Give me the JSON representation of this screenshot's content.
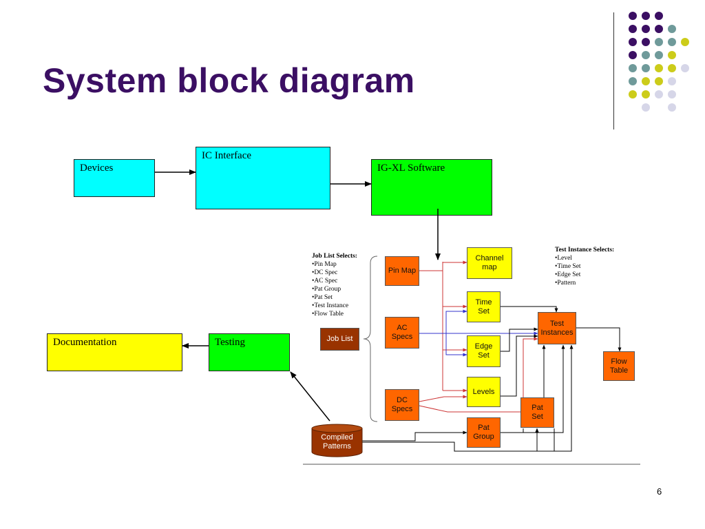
{
  "title": "System block diagram",
  "slide_number": "6",
  "colors": {
    "title": "#3b0f63",
    "cyan": "#00ffff",
    "green": "#00ff00",
    "yellow": "#ffff00",
    "orange": "#ff6600",
    "brown": "#993300",
    "dot_purple": "#3b0f63",
    "dot_teal": "#6f9a9a",
    "dot_olive": "#cccc1a",
    "dot_lavender": "#d6d6e8"
  },
  "blocks": {
    "devices": "Devices",
    "ic_interface": "IC Interface",
    "igxl": "IG-XL Software",
    "documentation": "Documentation",
    "testing": "Testing"
  },
  "detail": {
    "pin_map": "Pin Map",
    "ac_specs": "AC\nSpecs",
    "dc_specs": "DC\nSpecs",
    "job_list": "Job List",
    "channel_map": "Channel\nmap",
    "time_set": "Time\nSet",
    "edge_set": "Edge\nSet",
    "levels": "Levels",
    "test_instances": "Test\nInstances",
    "flow_table": "Flow\nTable",
    "pat_set": "Pat\nSet",
    "pat_group": "Pat\nGroup",
    "compiled_patterns": "Compiled\nPatterns"
  },
  "job_list_selects": {
    "heading": "Job List Selects:",
    "items": [
      "•Pin Map",
      "•DC Spec",
      "•AC Spec",
      "•Pat Group",
      "•Pat Set",
      "•Test Instance",
      "•Flow Table"
    ]
  },
  "test_instance_selects": {
    "heading": "Test Instance Selects:",
    "items": [
      "•Level",
      "•Time Set",
      "•Edge Set",
      "•Pattern"
    ]
  }
}
